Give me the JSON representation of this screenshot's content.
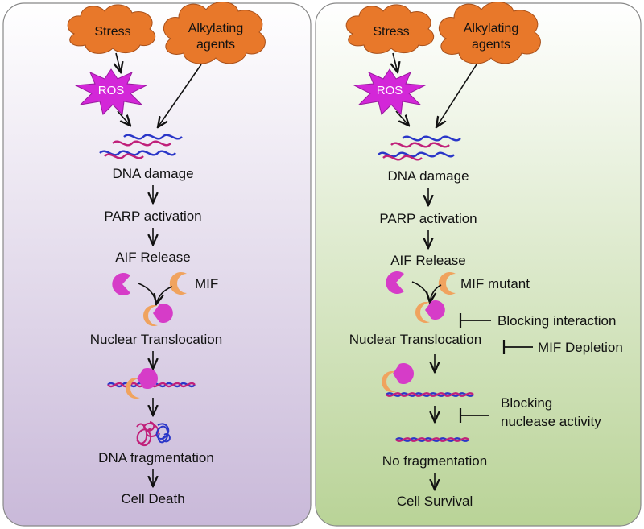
{
  "colors": {
    "left_panel_top": "#ffffff",
    "left_panel_bottom": "#c9b9d9",
    "right_panel_top": "#ffffff",
    "right_panel_bottom": "#b9d397",
    "cloud": "#e8782a",
    "ros_star": "#d327d8",
    "aif": "#d63cc8",
    "mif": "#f0a35e",
    "dna_pink": "#c0207a",
    "dna_blue": "#2a36c8"
  },
  "left_panel": {
    "stress": "Stress",
    "alkylating": [
      "Alkylating",
      "agents"
    ],
    "ros": "ROS",
    "dna_damage": "DNA damage",
    "parp": "PARP activation",
    "aif_release": "AIF Release",
    "mif": "MIF",
    "nuclear_translocation": "Nuclear Translocation",
    "dna_fragmentation": "DNA fragmentation",
    "outcome": "Cell Death"
  },
  "right_panel": {
    "stress": "Stress",
    "alkylating": [
      "Alkylating",
      "agents"
    ],
    "ros": "ROS",
    "dna_damage": "DNA damage",
    "parp": "PARP activation",
    "aif_release": "AIF Release",
    "mif": "MIF mutant",
    "blocking_interaction": "Blocking interaction",
    "nuclear_translocation": "Nuclear Translocation",
    "mif_depletion": "MIF Depletion",
    "blocking_nuclease": [
      "Blocking",
      "nuclease activity"
    ],
    "no_fragmentation": "No fragmentation",
    "outcome": "Cell Survival"
  }
}
